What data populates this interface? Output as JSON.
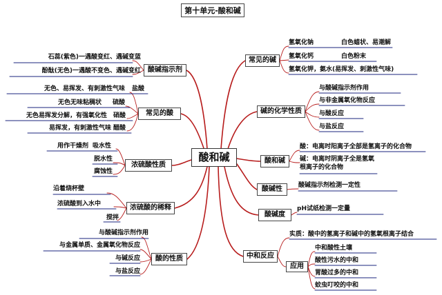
{
  "title": "第十单元-酸和碱",
  "center": "酸和碱",
  "colors": {
    "trunk": "#b71c1c",
    "box_border": "#444444",
    "underline": "#1a237e",
    "text": "#111111"
  },
  "left": [
    {
      "label": "酸碱指示剂",
      "items": [
        "石蕊(紫色)一遇酸变红、遇碱变蓝",
        "酚酞(无色)一遇酸不变色、遇碱变红"
      ]
    },
    {
      "label": "常见的酸",
      "items": [
        {
          "desc": "无色、易挥发、有刺激性气味",
          "name": "盐酸"
        },
        {
          "desc": "无色无味粘稠状",
          "name": "硫酸"
        },
        {
          "desc": "无色易挥发分解，有强氧化性",
          "name": "硝酸"
        },
        {
          "desc": "易挥发，有刺激性气味",
          "name": "醋酸"
        }
      ]
    },
    {
      "label": "浓硫酸性质",
      "items": [
        {
          "desc": "用作干燥剂",
          "name": "吸水性"
        },
        {
          "desc": "",
          "name": "脱水性"
        },
        {
          "desc": "",
          "name": "腐蚀性"
        }
      ]
    },
    {
      "label": "浓硫酸的稀释",
      "items": [
        "沿着烧杯壁",
        "浓硫酸到入水中",
        "搅拌"
      ]
    },
    {
      "label": "酸的性质",
      "items": [
        "与酸碱指示剂作用",
        "与金属单质、金属氧化物反应",
        "与碱反应",
        "与盐反应"
      ]
    }
  ],
  "right": [
    {
      "label": "常见的碱",
      "items": [
        {
          "name": "氢氧化钠",
          "desc": "白色蜡状、易潮解"
        },
        {
          "name": "氢氧化钙",
          "desc": "白色粉末"
        },
        {
          "name": "氢氧化钾，氨水(易挥发、刺激性气味)",
          "desc": ""
        }
      ]
    },
    {
      "label": "碱的化学性质",
      "items": [
        "与酸碱指示剂作用",
        "与非金属氧化物反应",
        "与酸反应",
        "与盐反应"
      ]
    },
    {
      "label": "酸和碱",
      "items": [
        "酸：电离时阳离子全部是氢离子的化合物",
        "碱：电离时阴离子全是氢氧根离子的化合物"
      ]
    },
    {
      "label": "酸碱性",
      "items": [
        "酸碱指示剂检测一定性"
      ]
    },
    {
      "label": "酸碱度",
      "items": [
        "pH试纸检测一定量"
      ]
    },
    {
      "label": "中和反应",
      "essence": "实质：酸中的氢离子和碱中的氢氧根离子结合",
      "application": {
        "label": "应用",
        "items": [
          "中和酸性土壤",
          "酸性污水的中和",
          "胃酸过多的中和",
          "蚊虫叮咬的中和"
        ]
      }
    }
  ]
}
